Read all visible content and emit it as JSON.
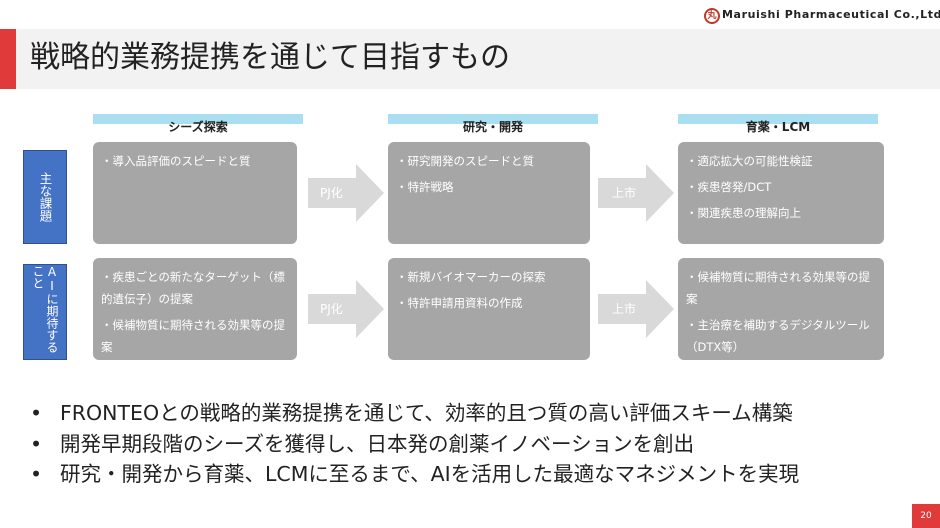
{
  "header": {
    "logo_glyph": "丸",
    "company": "Maruishi Pharmaceutical Co.,Ltd.",
    "title": "戦略的業務提携を通じて目指すもの",
    "accent_color": "#e03a3a"
  },
  "columns": [
    {
      "label": "シーズ探索"
    },
    {
      "label": "研究・開発"
    },
    {
      "label": "育薬・LCM"
    }
  ],
  "rows": [
    {
      "label": "主な課題",
      "cells": [
        [
          "・導入品評価のスピードと質"
        ],
        [
          "・研究開発のスピードと質",
          "・特許戦略"
        ],
        [
          "・適応拡大の可能性検証",
          "・疾患啓発/DCT",
          "・関連疾患の理解向上"
        ]
      ],
      "arrows": [
        "PJ化",
        "上市"
      ]
    },
    {
      "label": "AIに期待すること",
      "cells": [
        [
          "・疾患ごとの新たなターゲット（標的遺伝子）の提案",
          "・候補物質に期待される効果等の提案"
        ],
        [
          "・新規バイオマーカーの探索",
          "・特許申請用資料の作成"
        ],
        [
          "・候補物質に期待される効果等の提案",
          "・主治療を補助するデジタルツール（DTX等）"
        ]
      ],
      "arrows": [
        "PJ化",
        "上市"
      ]
    }
  ],
  "bullets": [
    "FRONTEOとの戦略的業務提携を通じて、効率的且つ質の高い評価スキーム構築",
    "開発早期段階のシーズを獲得し、日本発の創薬イノベーションを創出",
    "研究・開発から育薬、LCMに至るまで、AIを活用した最適なマネジメントを実現"
  ],
  "page_number": "20",
  "colors": {
    "header_bar": "#a9dff0",
    "row_label_bg": "#4472c4",
    "box_bg": "#a6a6a6",
    "arrow_bg": "#d9d9d9"
  }
}
